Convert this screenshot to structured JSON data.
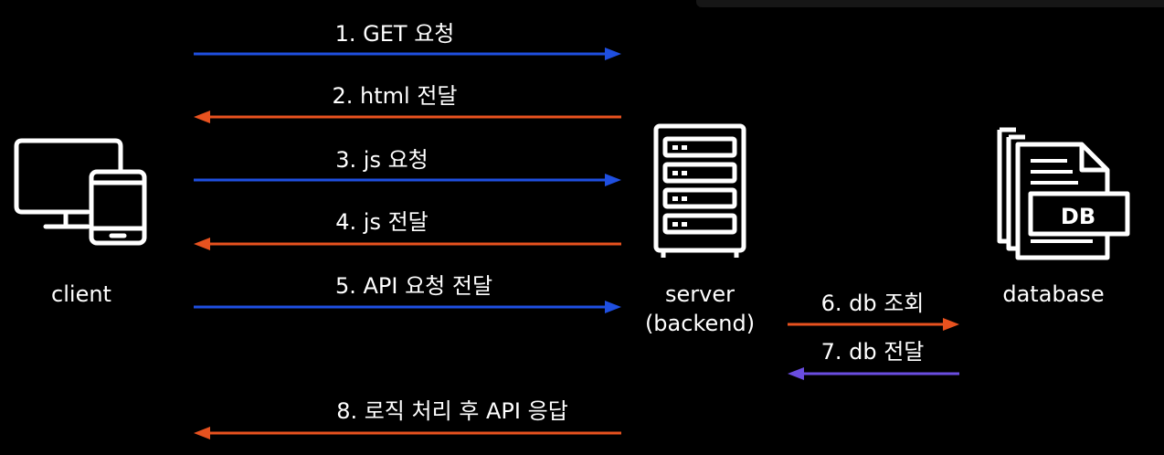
{
  "colors": {
    "background": "#000000",
    "request_arrow": "#1f4fe0",
    "response_arrow": "#e8521f",
    "db_response_arrow": "#6a4de0",
    "foreground": "#ffffff"
  },
  "nodes": {
    "client": {
      "label": "client",
      "icon": "monitor-tablet-icon"
    },
    "server": {
      "label_line1": "server",
      "label_line2": "(backend)",
      "icon": "server-rack-icon"
    },
    "database": {
      "label": "database",
      "icon": "db-documents-icon",
      "badge": "DB"
    }
  },
  "messages": [
    {
      "label": "1. GET 요청",
      "direction": "right",
      "kind": "request"
    },
    {
      "label": "2. html 전달",
      "direction": "left",
      "kind": "response"
    },
    {
      "label": "3. js 요청",
      "direction": "right",
      "kind": "request"
    },
    {
      "label": "4. js 전달",
      "direction": "left",
      "kind": "response"
    },
    {
      "label": "5. API 요청 전달",
      "direction": "right",
      "kind": "request"
    },
    {
      "label": "6. db 조회",
      "direction": "right",
      "kind": "response"
    },
    {
      "label": "7. db 전달",
      "direction": "left",
      "kind": "db_response"
    },
    {
      "label": "8. 로직 처리 후 API 응답",
      "direction": "left",
      "kind": "response"
    }
  ]
}
